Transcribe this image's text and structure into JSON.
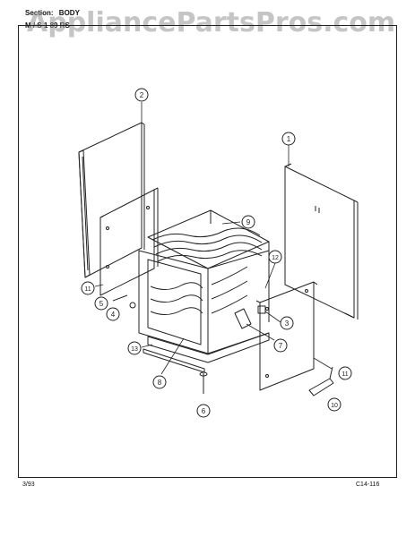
{
  "header": {
    "section_label": "Section:",
    "section_value": "BODY",
    "model_line": "M   /  S     1  89  RS"
  },
  "watermark": "AppliancePartsPros.com",
  "footer": {
    "date": "3/93",
    "code": "C14-116"
  },
  "callouts": [
    "1",
    "2",
    "3",
    "4",
    "5",
    "6",
    "7",
    "8",
    "9",
    "10",
    "11",
    "11",
    "12",
    "13"
  ],
  "colors": {
    "line": "#222222",
    "watermark": "#999999"
  }
}
